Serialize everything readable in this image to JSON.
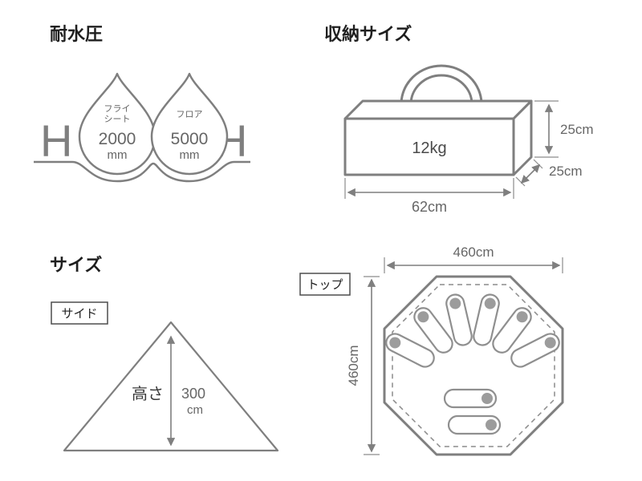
{
  "water_resistance": {
    "title": "耐水圧",
    "h_left": "H",
    "h_right": "H",
    "drops": [
      {
        "label1": "フライ",
        "label2": "シート",
        "value": "2000",
        "unit": "mm"
      },
      {
        "label1": "フロア",
        "label2": "",
        "value": "5000",
        "unit": "mm"
      }
    ]
  },
  "storage": {
    "title": "収納サイズ",
    "weight": "12kg",
    "height": "25cm",
    "depth": "25cm",
    "width": "62cm"
  },
  "size": {
    "title": "サイズ",
    "side": {
      "view_label": "サイド",
      "height_label": "高さ",
      "height_value": "300",
      "height_unit": "cm"
    },
    "top": {
      "view_label": "トップ",
      "width": "460cm",
      "depth": "460cm",
      "sleeping_bag_icons": 8
    }
  },
  "colors": {
    "line": "#7f7f7f",
    "heading_text": "#1f1f1f",
    "dimension_text": "#666666"
  }
}
